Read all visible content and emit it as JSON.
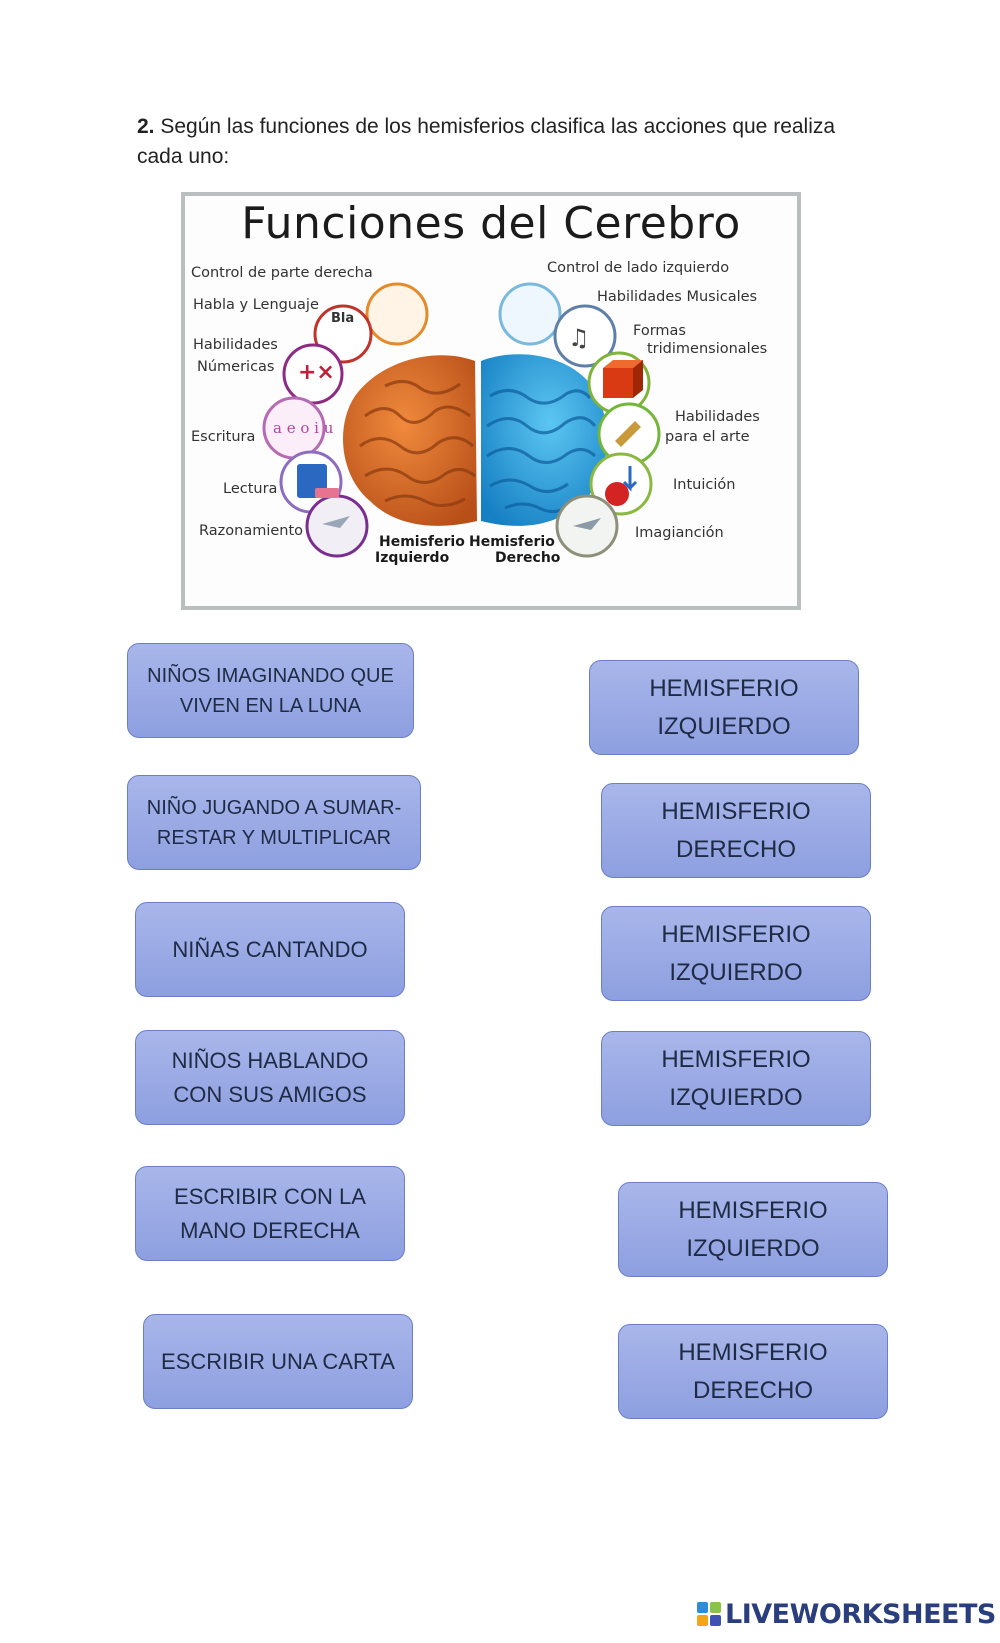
{
  "instruction": {
    "number": "2.",
    "text": "Según las funciones de los hemisferios clasifica las acciones que realiza cada uno:"
  },
  "figure": {
    "title": "Funciones del Cerebro",
    "left_labels": [
      "Control de parte derecha",
      "Habla y Lenguaje",
      "Habilidades",
      "Númericas",
      "Escritura",
      "Lectura",
      "Razonamiento"
    ],
    "right_labels": [
      "Control de lado izquierdo",
      "Habilidades Musicales",
      "Formas",
      "tridimensionales",
      "Habilidades",
      "para el arte",
      "Intuición",
      "Imagianción"
    ],
    "hemisphere_left": [
      "Hemisferio",
      "Izquierdo"
    ],
    "hemisphere_right": [
      "Hemisferio",
      "Derecho"
    ],
    "bubble_text": "Bla",
    "vowels": "a e o i u",
    "colors": {
      "left_brain": "#d9652a",
      "right_brain": "#2fa3dd"
    }
  },
  "actions": [
    [
      "NIÑOS IMAGINANDO QUE",
      "VIVEN EN LA LUNA"
    ],
    [
      "NIÑO JUGANDO A SUMAR-",
      "RESTAR Y MULTIPLICAR"
    ],
    [
      "NIÑAS CANTANDO"
    ],
    [
      "NIÑOS HABLANDO",
      "CON SUS AMIGOS"
    ],
    [
      "ESCRIBIR CON LA",
      "MANO DERECHA"
    ],
    [
      "ESCRIBIR UNA CARTA"
    ]
  ],
  "hemispheres": [
    [
      "HEMISFERIO",
      "IZQUIERDO"
    ],
    [
      "HEMISFERIO",
      "DERECHO"
    ],
    [
      "HEMISFERIO",
      "IZQUIERDO"
    ],
    [
      "HEMISFERIO",
      "IZQUIERDO"
    ],
    [
      "HEMISFERIO",
      "IZQUIERDO"
    ],
    [
      "HEMISFERIO",
      "DERECHO"
    ]
  ],
  "brand": {
    "name": "LIVEWORKSHEETS",
    "color": "#2a3d7c"
  },
  "card_colors": {
    "top": "#a8b6ea",
    "bottom": "#8e9fe0",
    "border": "#6a7fc8"
  }
}
